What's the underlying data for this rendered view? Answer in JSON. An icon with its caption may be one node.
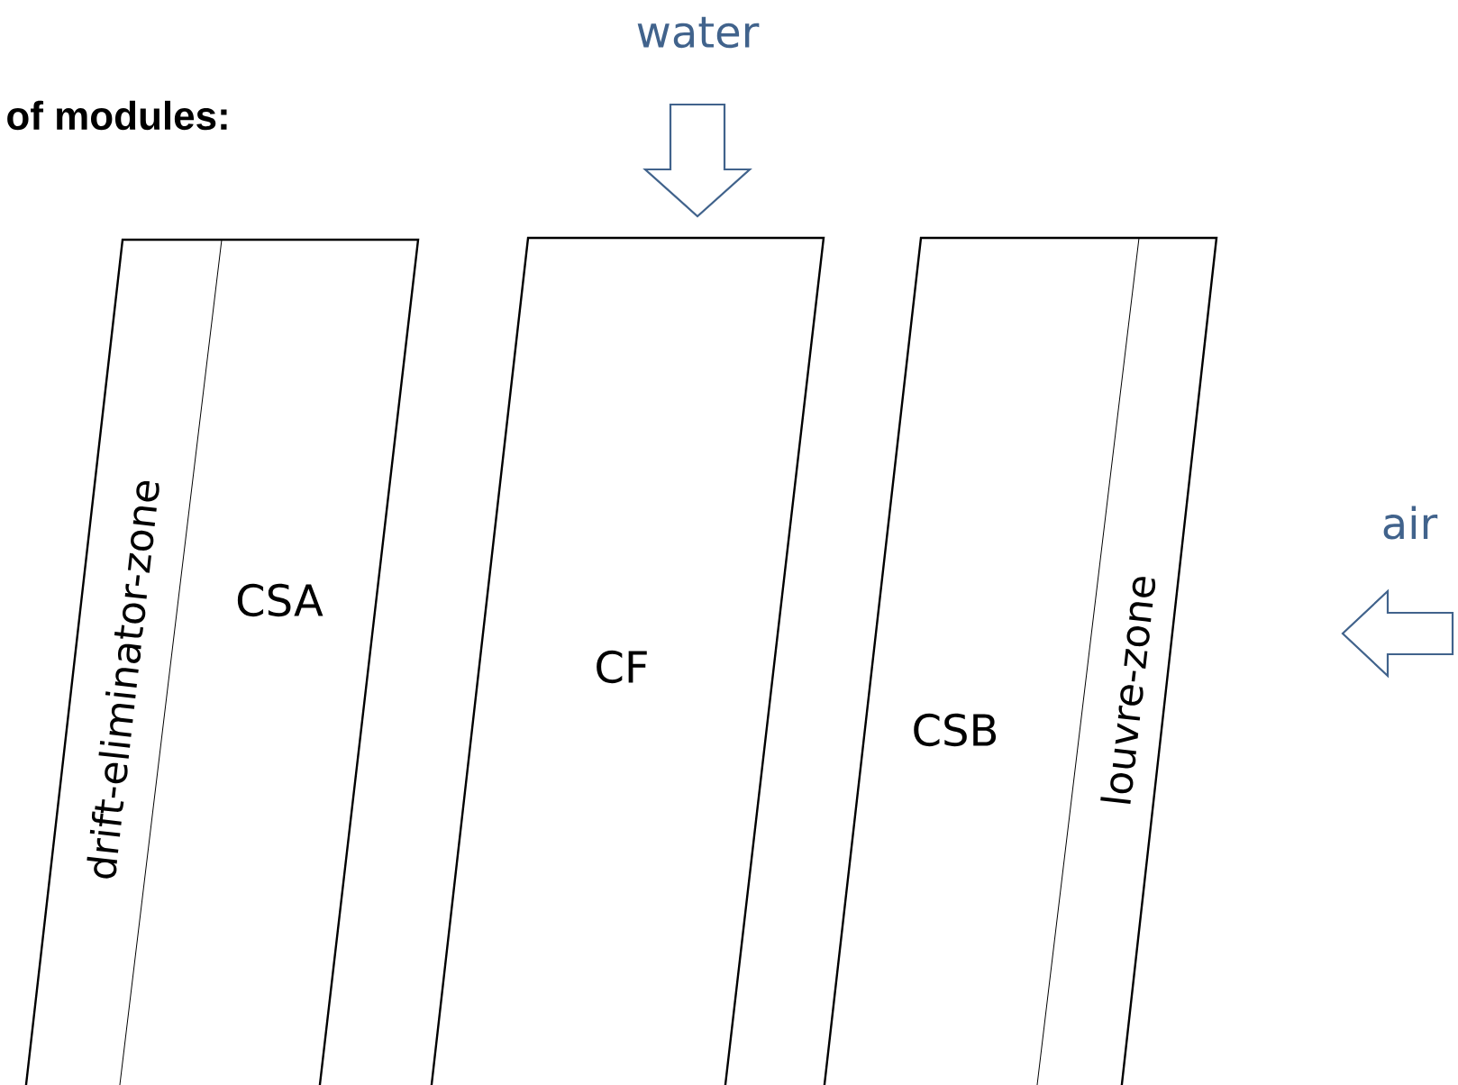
{
  "diagram": {
    "nodes": [
      {
        "text": [
          "CSA"
        ]
      },
      {
        "text": [
          "drift-eliminator-zone"
        ],
        "in": 0
      },
      {
        "text": [
          "CF"
        ]
      },
      {
        "text": [
          "CSB"
        ]
      },
      {
        "text": [
          "louvre-zone"
        ],
        "in": 3
      }
    ],
    "labels": [
      "of modules:",
      "water",
      "air"
    ]
  }
}
